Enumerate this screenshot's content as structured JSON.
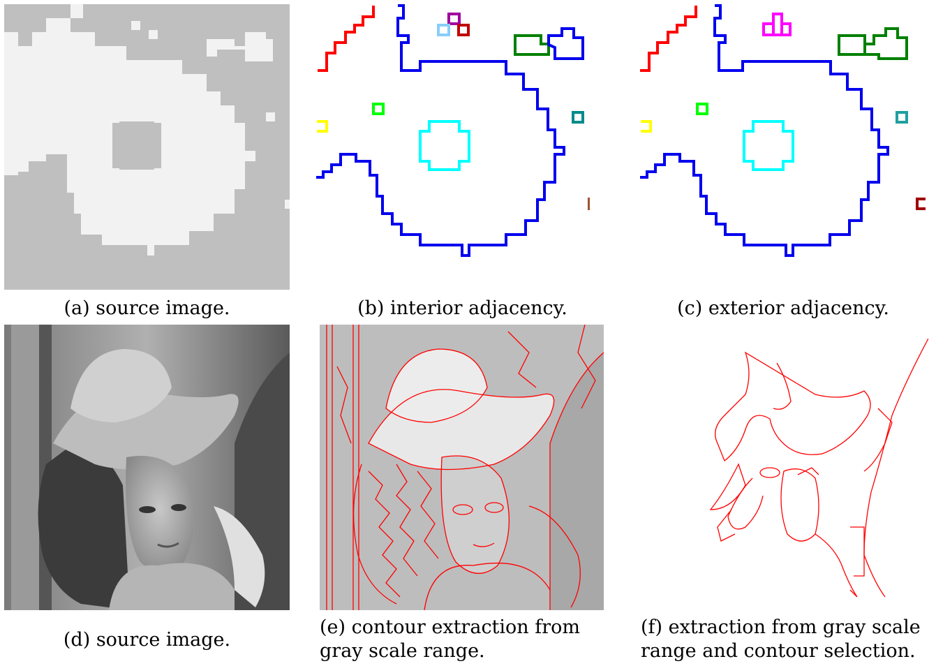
{
  "figure": {
    "panels": [
      {
        "id": "a",
        "caption": "(a) source image."
      },
      {
        "id": "b",
        "caption": "(b) interior adjacency."
      },
      {
        "id": "c",
        "caption": "(c) exterior adjacency."
      },
      {
        "id": "d",
        "caption": "(d) source image."
      },
      {
        "id": "e",
        "caption_line1": "(e) contour extraction from",
        "caption_line2": "gray scale range."
      },
      {
        "id": "f",
        "caption_line1": "(f) extraction from gray scale",
        "caption_line2": "range and contour selection."
      }
    ],
    "colors": {
      "binary_foreground": "#f2f2f2",
      "binary_background": "#bfbfbf",
      "contour_red": "#ff0000",
      "contour_blue": "#0000ee",
      "contour_cyan": "#00ffff",
      "contour_green": "#008000",
      "contour_lime": "#00ff00",
      "contour_yellow": "#ffff00",
      "contour_teal": "#008b8b",
      "contour_brown": "#a0522d",
      "contour_purple": "#a000a0",
      "contour_magenta": "#ff00ff",
      "contour_lightblue": "#87cefa",
      "contour_darkred": "#c00000"
    }
  }
}
